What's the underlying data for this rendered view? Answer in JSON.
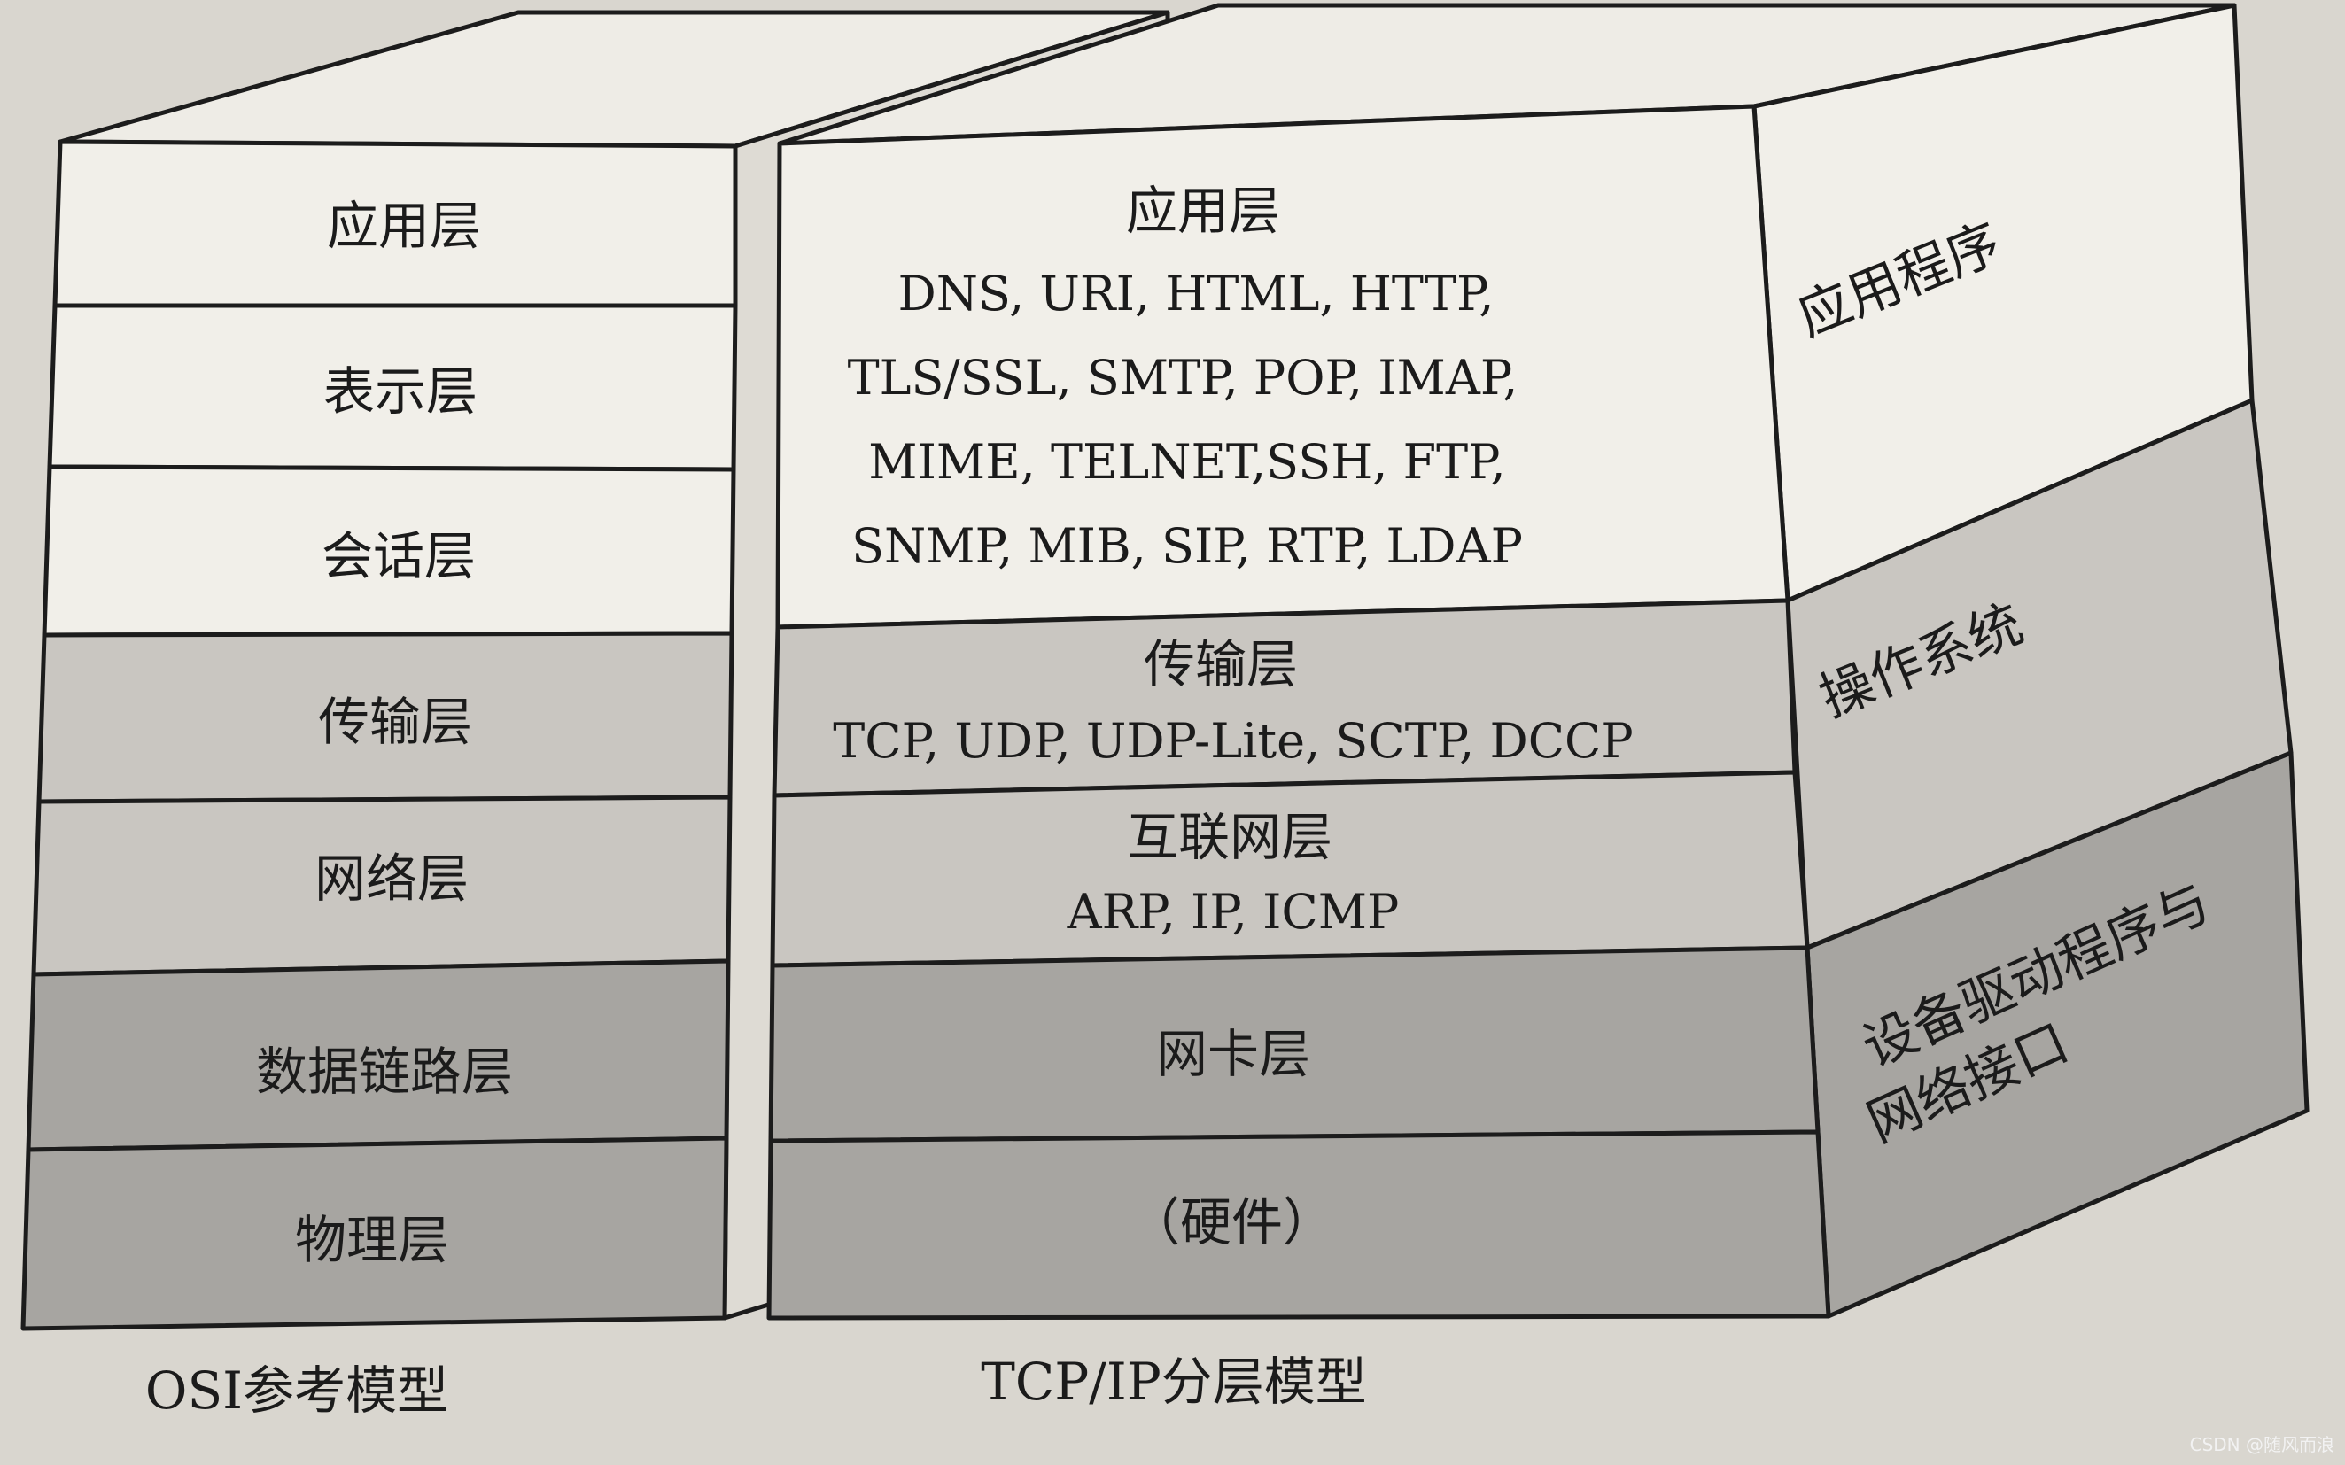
{
  "osi": {
    "caption": "OSI参考模型",
    "layers": [
      "应用层",
      "表示层",
      "会话层",
      "传输层",
      "网络层",
      "数据链路层",
      "物理层"
    ]
  },
  "tcpip": {
    "caption": "TCP/IP分层模型",
    "application": {
      "name": "应用层",
      "protocols": [
        "DNS, URI, HTML, HTTP,",
        "TLS/SSL, SMTP, POP, IMAP,",
        "MIME, TELNET,SSH, FTP,",
        "SNMP, MIB, SIP, RTP, LDAP"
      ]
    },
    "transport": {
      "name": "传输层",
      "protocols": "TCP, UDP, UDP-Lite, SCTP, DCCP"
    },
    "internet": {
      "name": "互联网层",
      "protocols": "ARP, IP, ICMP"
    },
    "link": {
      "name": "网卡层"
    },
    "hardware": {
      "name": "（硬件）"
    }
  },
  "side": {
    "applications": "应用程序",
    "os": "操作系统",
    "drivers_line1": "设备驱动程序与",
    "drivers_line2": "网络接口"
  },
  "watermark": "CSDN @随风而浪",
  "colors": {
    "white": "#f1efe9",
    "light_gray": "#c9c6c1",
    "mid_gray": "#a7a5a1",
    "dark_gray": "#8e8c88",
    "stroke": "#1c1c1c"
  }
}
